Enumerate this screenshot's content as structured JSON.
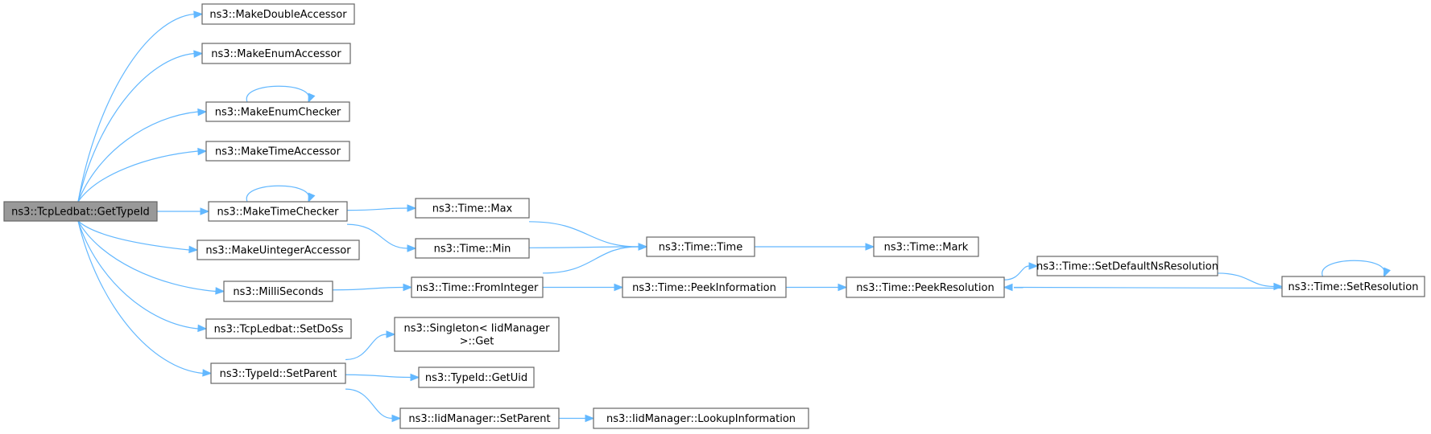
{
  "diagram": {
    "type": "call-graph",
    "edge_color": "#63b8ff",
    "node_fill": "#ffffff",
    "root_fill": "#999999",
    "nodes": [
      {
        "id": "getTypeId",
        "label": [
          "ns3::TcpLedbat::GetTypeId"
        ],
        "root": true
      },
      {
        "id": "makeDoubleAccessor",
        "label": [
          "ns3::MakeDoubleAccessor"
        ]
      },
      {
        "id": "makeEnumAccessor",
        "label": [
          "ns3::MakeEnumAccessor"
        ]
      },
      {
        "id": "makeEnumChecker",
        "label": [
          "ns3::MakeEnumChecker"
        ]
      },
      {
        "id": "makeTimeAccessor",
        "label": [
          "ns3::MakeTimeAccessor"
        ]
      },
      {
        "id": "makeTimeChecker",
        "label": [
          "ns3::MakeTimeChecker"
        ]
      },
      {
        "id": "makeUintegerAccessor",
        "label": [
          "ns3::MakeUintegerAccessor"
        ]
      },
      {
        "id": "milliSeconds",
        "label": [
          "ns3::MilliSeconds"
        ]
      },
      {
        "id": "setDoSs",
        "label": [
          "ns3::TcpLedbat::SetDoSs"
        ]
      },
      {
        "id": "typeIdSetParent",
        "label": [
          "ns3::TypeId::SetParent"
        ]
      },
      {
        "id": "timeMax",
        "label": [
          "ns3::Time::Max"
        ]
      },
      {
        "id": "timeMin",
        "label": [
          "ns3::Time::Min"
        ]
      },
      {
        "id": "timeFromInteger",
        "label": [
          "ns3::Time::FromInteger"
        ]
      },
      {
        "id": "timeTime",
        "label": [
          "ns3::Time::Time"
        ]
      },
      {
        "id": "timeMark",
        "label": [
          "ns3::Time::Mark"
        ]
      },
      {
        "id": "timePeekInformation",
        "label": [
          "ns3::Time::PeekInformation"
        ]
      },
      {
        "id": "timePeekResolution",
        "label": [
          "ns3::Time::PeekResolution"
        ]
      },
      {
        "id": "timeSetDefaultNsResolution",
        "label": [
          "ns3::Time::SetDefaultNsResolution"
        ]
      },
      {
        "id": "timeSetResolution",
        "label": [
          "ns3::Time::SetResolution"
        ]
      },
      {
        "id": "singletonGet",
        "label": [
          "ns3::Singleton< IidManager",
          ">::Get"
        ]
      },
      {
        "id": "typeIdGetUid",
        "label": [
          "ns3::TypeId::GetUid"
        ]
      },
      {
        "id": "iidManagerSetParent",
        "label": [
          "ns3::IidManager::SetParent"
        ]
      },
      {
        "id": "iidManagerLookupInformation",
        "label": [
          "ns3::IidManager::LookupInformation"
        ]
      }
    ],
    "edges": [
      {
        "from": "getTypeId",
        "to": "makeDoubleAccessor"
      },
      {
        "from": "getTypeId",
        "to": "makeEnumAccessor"
      },
      {
        "from": "getTypeId",
        "to": "makeEnumChecker"
      },
      {
        "from": "getTypeId",
        "to": "makeTimeAccessor"
      },
      {
        "from": "getTypeId",
        "to": "makeTimeChecker"
      },
      {
        "from": "getTypeId",
        "to": "makeUintegerAccessor"
      },
      {
        "from": "getTypeId",
        "to": "milliSeconds"
      },
      {
        "from": "getTypeId",
        "to": "setDoSs"
      },
      {
        "from": "getTypeId",
        "to": "typeIdSetParent"
      },
      {
        "from": "makeEnumChecker",
        "to": "makeEnumChecker"
      },
      {
        "from": "makeTimeChecker",
        "to": "makeTimeChecker"
      },
      {
        "from": "makeTimeChecker",
        "to": "timeMax"
      },
      {
        "from": "makeTimeChecker",
        "to": "timeMin"
      },
      {
        "from": "timeMax",
        "to": "timeTime"
      },
      {
        "from": "timeMin",
        "to": "timeTime"
      },
      {
        "from": "milliSeconds",
        "to": "timeFromInteger"
      },
      {
        "from": "timeFromInteger",
        "to": "timeTime"
      },
      {
        "from": "timeFromInteger",
        "to": "timePeekInformation"
      },
      {
        "from": "timeTime",
        "to": "timeMark"
      },
      {
        "from": "timePeekInformation",
        "to": "timePeekResolution"
      },
      {
        "from": "timePeekResolution",
        "to": "timeSetDefaultNsResolution"
      },
      {
        "from": "timeSetDefaultNsResolution",
        "to": "timeSetResolution"
      },
      {
        "from": "timeSetResolution",
        "to": "timePeekResolution"
      },
      {
        "from": "timeSetResolution",
        "to": "timeSetResolution"
      },
      {
        "from": "typeIdSetParent",
        "to": "singletonGet"
      },
      {
        "from": "typeIdSetParent",
        "to": "typeIdGetUid"
      },
      {
        "from": "typeIdSetParent",
        "to": "iidManagerSetParent"
      },
      {
        "from": "iidManagerSetParent",
        "to": "iidManagerLookupInformation"
      }
    ]
  }
}
